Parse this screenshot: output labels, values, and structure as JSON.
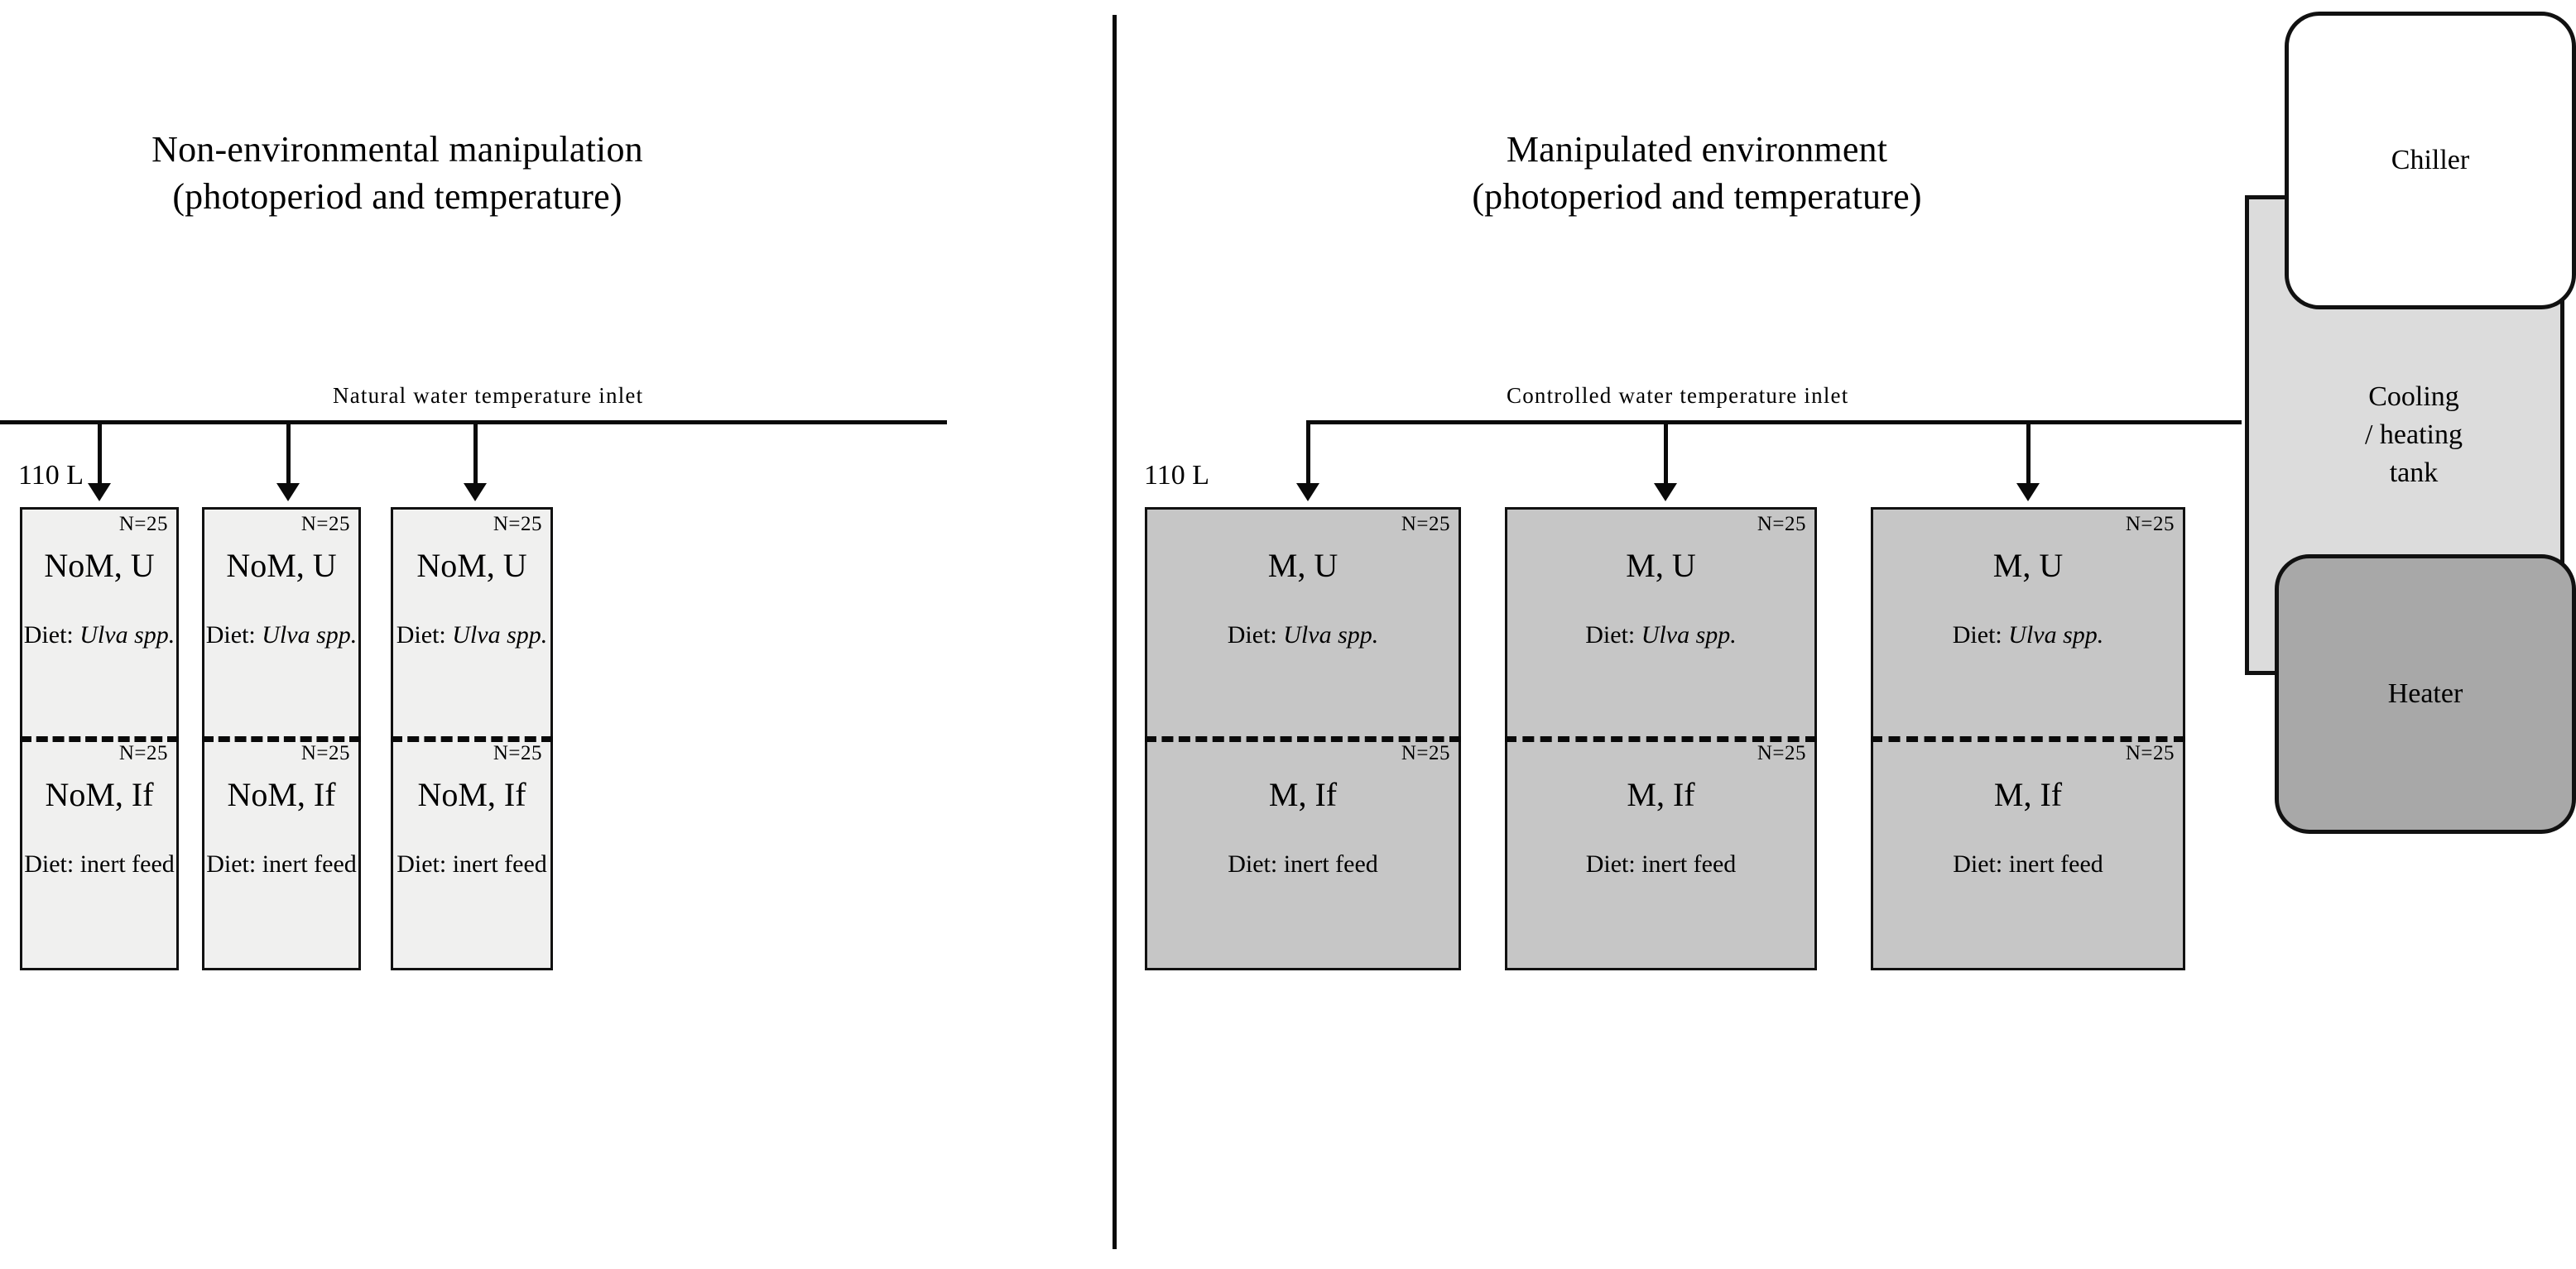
{
  "figure": {
    "panels": [
      {
        "id": "left",
        "heading": "Non-environmental manipulation\n(photoperiod and temperature)",
        "inlet_label": "Natural  water  temperature  inlet",
        "volume_label": "110 L",
        "tank_fill": "#f0f0ef"
      },
      {
        "id": "right",
        "heading": "Manipulated environment\n(photoperiod and temperature)",
        "inlet_label": "Controlled  water  temperature  inlet",
        "volume_label": "110 L",
        "tank_fill": "#c6c6c6"
      }
    ],
    "tanks": [
      {
        "panel": "left",
        "replicate": 1,
        "top": {
          "n": "N=25",
          "title": "NoM, U",
          "diet_prefix": "Diet:",
          "diet_value": "Ulva spp.",
          "italic": true
        },
        "bottom": {
          "n": "N=25",
          "title": "NoM, If",
          "diet_prefix": "Diet:",
          "diet_value": "inert feed",
          "italic": false
        }
      },
      {
        "panel": "left",
        "replicate": 2,
        "top": {
          "n": "N=25",
          "title": "NoM, U",
          "diet_prefix": "Diet:",
          "diet_value": "Ulva spp.",
          "italic": true
        },
        "bottom": {
          "n": "N=25",
          "title": "NoM, If",
          "diet_prefix": "Diet:",
          "diet_value": "inert feed",
          "italic": false
        }
      },
      {
        "panel": "left",
        "replicate": 3,
        "top": {
          "n": "N=25",
          "title": "NoM, U",
          "diet_prefix": "Diet:",
          "diet_value": "Ulva spp.",
          "italic": true
        },
        "bottom": {
          "n": "N=25",
          "title": "NoM, If",
          "diet_prefix": "Diet:",
          "diet_value": "inert feed",
          "italic": false
        }
      },
      {
        "panel": "right",
        "replicate": 1,
        "top": {
          "n": "N=25",
          "title": "M, U",
          "diet_prefix": "Diet:",
          "diet_value": "Ulva spp.",
          "italic": true
        },
        "bottom": {
          "n": "N=25",
          "title": "M, If",
          "diet_prefix": "Diet:",
          "diet_value": "inert feed",
          "italic": false
        }
      },
      {
        "panel": "right",
        "replicate": 2,
        "top": {
          "n": "N=25",
          "title": "M, U",
          "diet_prefix": "Diet:",
          "diet_value": "Ulva spp.",
          "italic": true
        },
        "bottom": {
          "n": "N=25",
          "title": "M, If",
          "diet_prefix": "Diet:",
          "diet_value": "inert feed",
          "italic": false
        }
      },
      {
        "panel": "right",
        "replicate": 3,
        "top": {
          "n": "N=25",
          "title": "M, U",
          "diet_prefix": "Diet:",
          "diet_value": "Ulva spp.",
          "italic": true
        },
        "bottom": {
          "n": "N=25",
          "title": "M, If",
          "diet_prefix": "Diet:",
          "diet_value": "inert feed",
          "italic": false
        }
      }
    ],
    "equipment": {
      "chiller": {
        "label": "Chiller",
        "fill": "#ffffff"
      },
      "cooling_heating_tank": {
        "label": "Cooling\n/ heating\ntank",
        "fill": "#dcdcdc"
      },
      "heater": {
        "label": "Heater",
        "fill": "#a8a8a8"
      }
    },
    "colors": {
      "stroke": "#111111",
      "background": "#ffffff"
    }
  }
}
